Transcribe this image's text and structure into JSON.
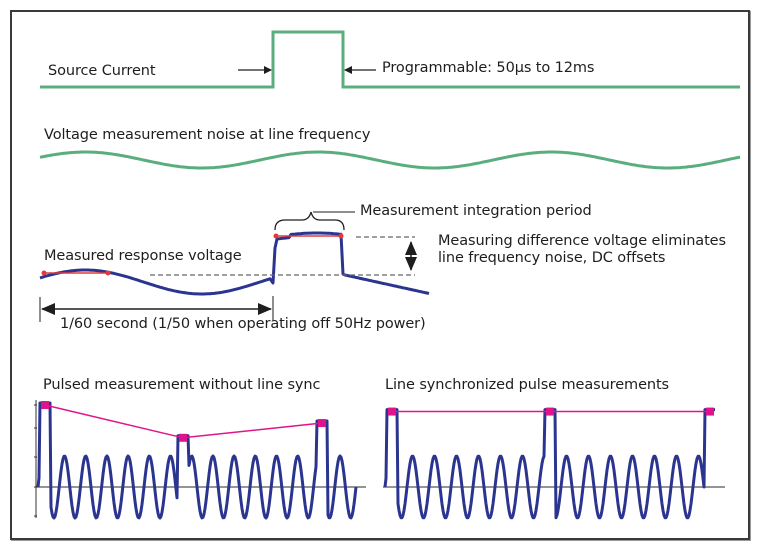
{
  "colors": {
    "source_current": "#5aae7d",
    "noise": "#5aae7d",
    "response": "#2b3590",
    "integration_marker": "#e23a3a",
    "pulse_marker": "#e0148a",
    "annotation": "#1e1e1e",
    "axis": "#555555",
    "dashed_reference": "#666666",
    "frame": "#3a3a3a"
  },
  "labels": {
    "source_current": "Source Current",
    "programmable": "Programmable: 50µs to 12ms",
    "noise": "Voltage measurement noise at line frequency",
    "integration_period": "Measurement integration period",
    "measured_response": "Measured response voltage",
    "difference_line1": "Measuring difference voltage eliminates",
    "difference_line2": "line frequency noise, DC offsets",
    "period": "1/60 second (1/50 when operating off 50Hz power)",
    "unsynced_title": "Pulsed measurement without line sync",
    "synced_title": "Line synchronized pulse measurements"
  },
  "icons": {
    "pulse_width_arrows": "arrow-right-left-pair",
    "difference_arrow": "double-headed-vertical-arrow",
    "period_arrow": "double-headed-horizontal-arrow",
    "integration_brace": "curly-brace"
  },
  "panels": {
    "unsynced": {
      "noise_cycles": 15,
      "pulse_count": 3,
      "sample_levels": [
        1.0,
        0.6,
        0.78
      ]
    },
    "synced": {
      "noise_cycles": 15,
      "pulse_count": 3,
      "sample_levels": [
        0.92,
        0.92,
        0.92
      ]
    }
  }
}
